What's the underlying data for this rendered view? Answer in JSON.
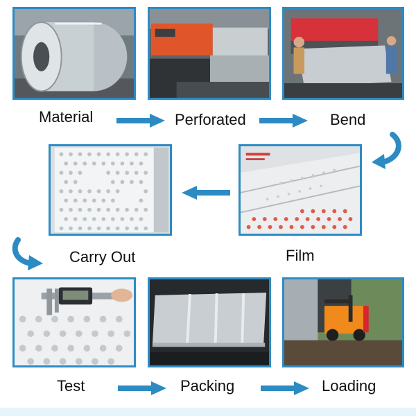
{
  "accent_color": "#2d8bc4",
  "steps": [
    {
      "label": "Material"
    },
    {
      "label": "Perforated"
    },
    {
      "label": "Bend"
    },
    {
      "label": "Film"
    },
    {
      "label": "Carry Out"
    },
    {
      "label": "Test"
    },
    {
      "label": "Packing"
    },
    {
      "label": "Loading"
    }
  ],
  "flow_arrows": [
    {
      "from": "Material",
      "to": "Perforated",
      "icon": "arrow-right-icon"
    },
    {
      "from": "Perforated",
      "to": "Bend",
      "icon": "arrow-right-icon"
    },
    {
      "from": "Bend",
      "to": "Film",
      "icon": "curved-arrow-down-icon"
    },
    {
      "from": "Film",
      "to": "Carry Out",
      "icon": "arrow-left-icon"
    },
    {
      "from": "Carry Out",
      "to": "Test",
      "icon": "curved-arrow-down-icon"
    },
    {
      "from": "Test",
      "to": "Packing",
      "icon": "arrow-right-icon"
    },
    {
      "from": "Packing",
      "to": "Loading",
      "icon": "arrow-right-icon"
    }
  ]
}
